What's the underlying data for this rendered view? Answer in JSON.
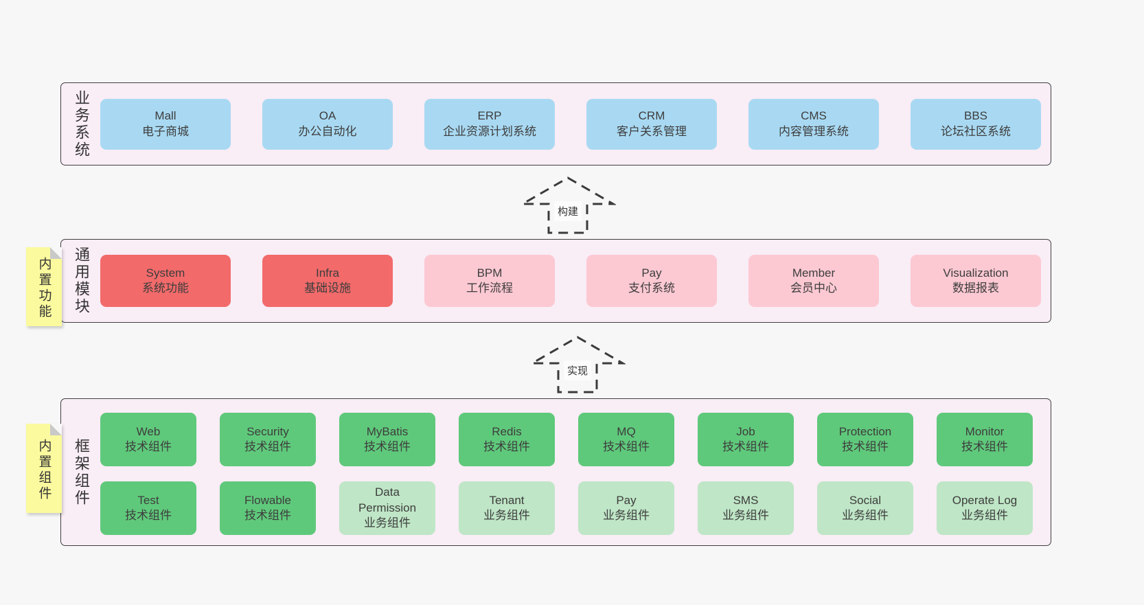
{
  "colors": {
    "page_bg": "#f7f7f7",
    "band_bg": "#f9edf6",
    "band_border": "#3f3f3f",
    "blue": "#a9d9f2",
    "red": "#f26a6a",
    "pink": "#fcc9d3",
    "green": "#5fc97b",
    "light_green": "#bfe6c6",
    "sticky": "#fbfa9e",
    "fold": "#c9c9c9",
    "text": "#3d3d3d"
  },
  "bands": {
    "business": {
      "label": "业务系统",
      "boxes": [
        {
          "title": "Mall",
          "subtitle": "电子商城"
        },
        {
          "title": "OA",
          "subtitle": "办公自动化"
        },
        {
          "title": "ERP",
          "subtitle": "企业资源计划系统"
        },
        {
          "title": "CRM",
          "subtitle": "客户关系管理"
        },
        {
          "title": "CMS",
          "subtitle": "内容管理系统"
        },
        {
          "title": "BBS",
          "subtitle": "论坛社区系统"
        }
      ]
    },
    "modules": {
      "label": "通用模块",
      "sticky": "内置功能",
      "boxes": [
        {
          "title": "System",
          "subtitle": "系统功能"
        },
        {
          "title": "Infra",
          "subtitle": "基础设施"
        },
        {
          "title": "BPM",
          "subtitle": "工作流程"
        },
        {
          "title": "Pay",
          "subtitle": "支付系统"
        },
        {
          "title": "Member",
          "subtitle": "会员中心"
        },
        {
          "title": "Visualization",
          "subtitle": "数据报表"
        }
      ]
    },
    "components": {
      "label": "框架组件",
      "sticky": "内置组件",
      "row1": [
        {
          "title": "Web",
          "subtitle": "技术组件"
        },
        {
          "title": "Security",
          "subtitle": "技术组件"
        },
        {
          "title": "MyBatis",
          "subtitle": "技术组件"
        },
        {
          "title": "Redis",
          "subtitle": "技术组件"
        },
        {
          "title": "MQ",
          "subtitle": "技术组件"
        },
        {
          "title": "Job",
          "subtitle": "技术组件"
        },
        {
          "title": "Protection",
          "subtitle": "技术组件"
        },
        {
          "title": "Monitor",
          "subtitle": "技术组件"
        }
      ],
      "row2": [
        {
          "title": "Test",
          "subtitle": "技术组件"
        },
        {
          "title": "Flowable",
          "subtitle": "技术组件"
        },
        {
          "title": "Data Permission",
          "subtitle": "业务组件"
        },
        {
          "title": "Tenant",
          "subtitle": "业务组件"
        },
        {
          "title": "Pay",
          "subtitle": "业务组件"
        },
        {
          "title": "SMS",
          "subtitle": "业务组件"
        },
        {
          "title": "Social",
          "subtitle": "业务组件"
        },
        {
          "title": "Operate Log",
          "subtitle": "业务组件"
        }
      ]
    }
  },
  "arrows": {
    "build": "构建",
    "implement": "实现"
  }
}
